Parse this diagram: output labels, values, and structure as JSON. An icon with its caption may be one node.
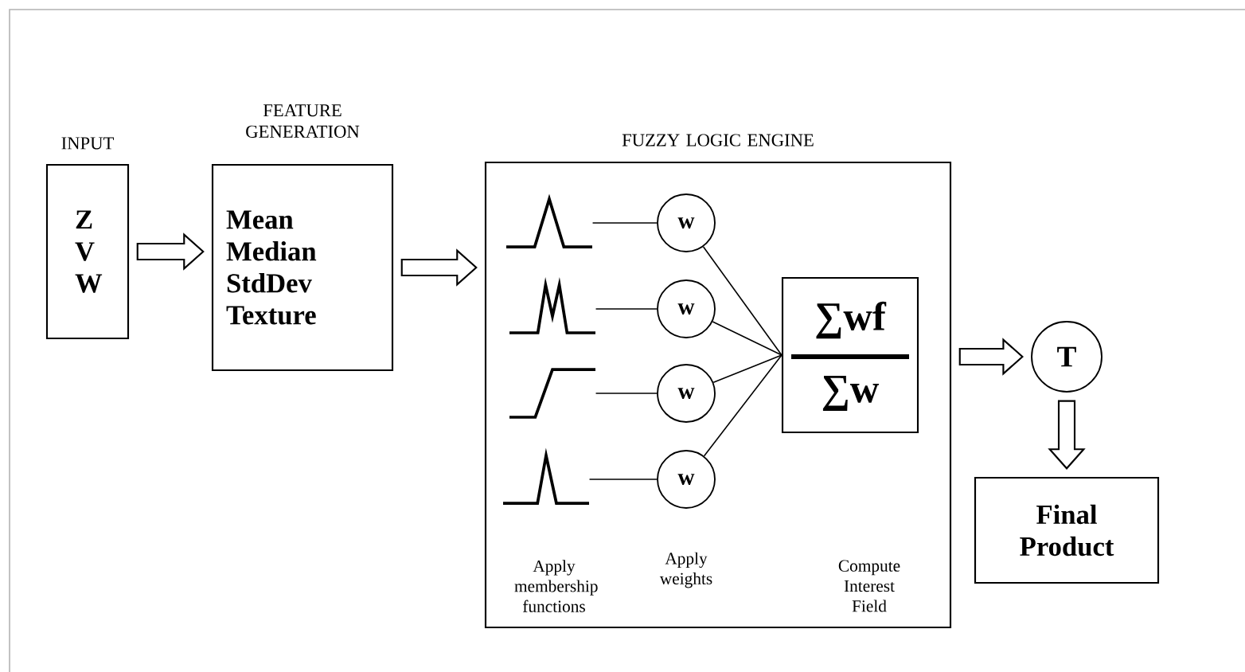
{
  "diagram": {
    "nodes": [
      {
        "text": [
          "INPUT",
          "Z V W"
        ]
      },
      {
        "text": [
          "FEATURE GENERATION",
          "Mean Median StdDev Texture"
        ]
      },
      {
        "text": [
          "FUZZY LOGIC ENGINE"
        ]
      },
      {
        "text": [],
        "shape": "curve",
        "in": 2
      },
      {
        "text": [],
        "shape": "curve",
        "in": 2
      },
      {
        "text": [],
        "shape": "curve",
        "in": 2
      },
      {
        "text": [],
        "shape": "curve",
        "in": 2
      },
      {
        "text": [
          "w"
        ],
        "in": 2
      },
      {
        "text": [
          "w"
        ],
        "in": 2
      },
      {
        "text": [
          "w"
        ],
        "in": 2
      },
      {
        "text": [
          "w"
        ],
        "in": 2
      },
      {
        "text": [
          "∑wf",
          "∑w"
        ],
        "in": 2
      },
      {
        "text": [
          "T"
        ]
      },
      {
        "text": [
          "Final Product"
        ]
      }
    ],
    "edges": [
      {
        "from": 0,
        "to": 1,
        "arrow": "to"
      },
      {
        "from": 1,
        "to": 2,
        "arrow": "to"
      },
      {
        "from": 3,
        "to": 7,
        "arrow": "none"
      },
      {
        "from": 4,
        "to": 8,
        "arrow": "none"
      },
      {
        "from": 5,
        "to": 9,
        "arrow": "none"
      },
      {
        "from": 6,
        "to": 10,
        "arrow": "none"
      },
      {
        "from": 7,
        "to": 11,
        "arrow": "none"
      },
      {
        "from": 8,
        "to": 11,
        "arrow": "none"
      },
      {
        "from": 9,
        "to": 11,
        "arrow": "none"
      },
      {
        "from": 10,
        "to": 11,
        "arrow": "none"
      },
      {
        "from": 2,
        "to": 12,
        "arrow": "to"
      },
      {
        "from": 12,
        "to": 13,
        "arrow": "to"
      }
    ],
    "labels": [
      "Apply membership functions",
      "Apply weights",
      "Compute Interest Field"
    ]
  }
}
